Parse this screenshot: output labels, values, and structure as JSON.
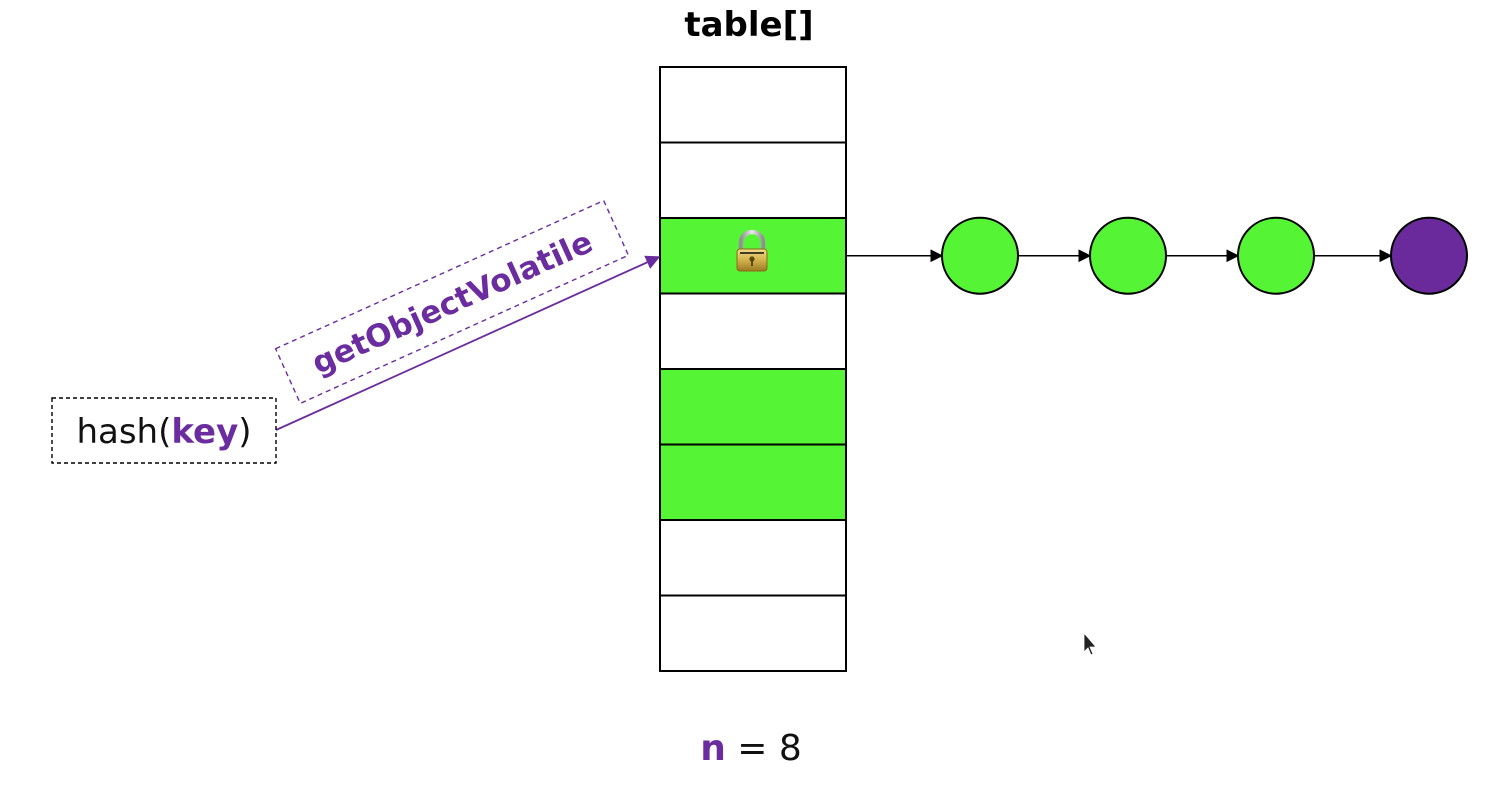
{
  "title": "table[]",
  "method_label": "getObjectVolatile",
  "hash": {
    "prefix": "hash(",
    "key": "key",
    "suffix": ")"
  },
  "size": {
    "var": "n",
    "op": " = ",
    "value": "8"
  },
  "table": {
    "slots": 8,
    "slot_fills": [
      "#ffffff",
      "#ffffff",
      "#55f535",
      "#ffffff",
      "#55f535",
      "#55f535",
      "#ffffff",
      "#ffffff"
    ],
    "locked_slot": 2,
    "chain_from_slot": 2
  },
  "chain": {
    "node_fills": [
      "#55f535",
      "#55f535",
      "#55f535",
      "#6a2a9c"
    ]
  },
  "colors": {
    "accent": "#6a2c9e",
    "occupied": "#55f535",
    "tail_node": "#6a2a9c",
    "stroke": "#000000",
    "text": "#111111"
  },
  "icons": {
    "lock": "padlock-icon",
    "cursor": "mouse-pointer-icon"
  }
}
